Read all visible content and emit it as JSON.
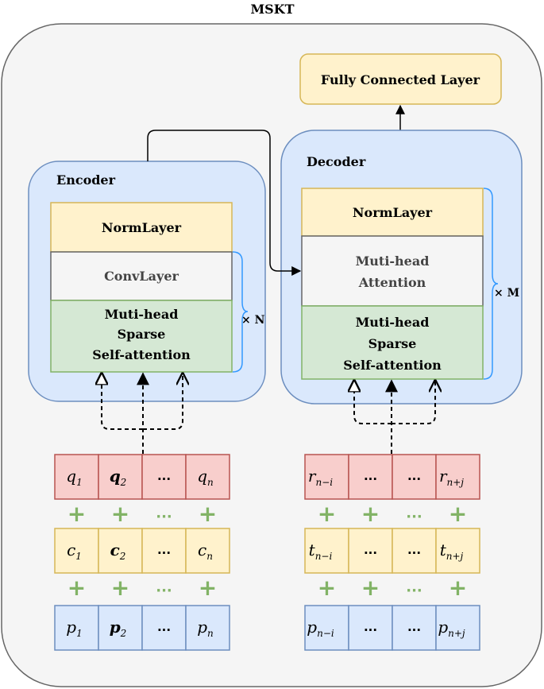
{
  "title": "MSKT",
  "fc_layer": "Fully Connected Layer",
  "encoder": {
    "label": "Encoder",
    "norm": "NormLayer",
    "conv": "ConvLayer",
    "attn": [
      "Muti-head",
      "Sparse",
      "Self-attention"
    ],
    "repeat": "× N"
  },
  "decoder": {
    "label": "Decoder",
    "norm": "NormLayer",
    "mha": [
      "Muti-head",
      "Attention"
    ],
    "attn": [
      "Muti-head",
      "Sparse",
      "Self-attention"
    ],
    "repeat": "× M"
  },
  "plus_row": [
    "+",
    "+",
    "···",
    "+"
  ],
  "enc_inputs": {
    "q": [
      {
        "b": "q",
        "s": "1"
      },
      {
        "b": "q",
        "s": "2"
      },
      {
        "b": "...",
        "s": ""
      },
      {
        "b": "q",
        "s": "n"
      }
    ],
    "c": [
      {
        "b": "c",
        "s": "1"
      },
      {
        "b": "c",
        "s": "2"
      },
      {
        "b": "...",
        "s": ""
      },
      {
        "b": "c",
        "s": "n"
      }
    ],
    "p": [
      {
        "b": "p",
        "s": "1"
      },
      {
        "b": "p",
        "s": "2"
      },
      {
        "b": "...",
        "s": ""
      },
      {
        "b": "p",
        "s": "n"
      }
    ]
  },
  "dec_inputs": {
    "r": [
      {
        "b": "r",
        "s": "n−i"
      },
      {
        "b": "...",
        "s": ""
      },
      {
        "b": "...",
        "s": ""
      },
      {
        "b": "r",
        "s": "n+j"
      }
    ],
    "t": [
      {
        "b": "t",
        "s": "n−i"
      },
      {
        "b": "...",
        "s": ""
      },
      {
        "b": "...",
        "s": ""
      },
      {
        "b": "t",
        "s": "n+j"
      }
    ],
    "p": [
      {
        "b": "p",
        "s": "n−i"
      },
      {
        "b": "...",
        "s": ""
      },
      {
        "b": "...",
        "s": ""
      },
      {
        "b": "p",
        "s": "n+j"
      }
    ]
  },
  "colors": {
    "red_fill": "#f8cecc",
    "red_stroke": "#b85450",
    "yellow_fill": "#fff2cc",
    "yellow_stroke": "#d6b656",
    "blue_fill": "#dae8fc",
    "blue_stroke": "#6c8ebf",
    "green_fill": "#d5e8d4",
    "green_stroke": "#82b366",
    "gray_fill": "#f5f5f5",
    "gray_stroke": "#666666",
    "brace": "#3399ff"
  }
}
